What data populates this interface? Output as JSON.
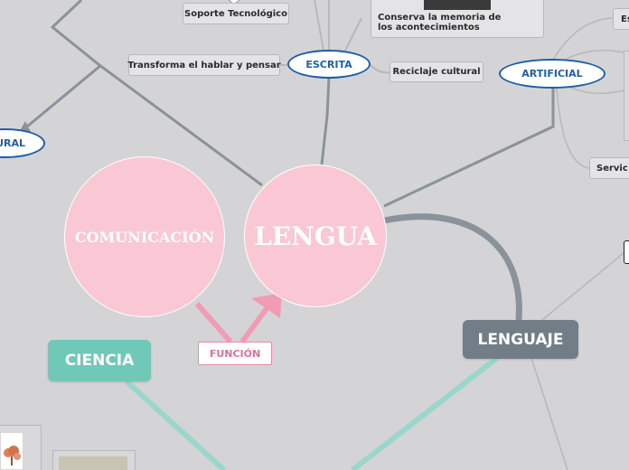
{
  "map": {
    "center": {
      "label": "LENGUA",
      "fill": "#f9c8d4"
    },
    "comunicacion": {
      "label": "COMUNICACIÓN",
      "fill": "#f9c8d4"
    },
    "funcion": {
      "label": "FUNCIÓN",
      "color": "#e0709a"
    },
    "ciencia": {
      "label": "CIENCIA",
      "fill": "#70c9b8"
    },
    "lenguaje": {
      "label": "LENGUAJE",
      "fill": "#737d88"
    },
    "escrita": {
      "label": "ESCRITA"
    },
    "artificial": {
      "label": "ARTIFICIAL"
    },
    "natural_partial": {
      "label": "URAL"
    },
    "soporte": {
      "label": "Soporte Tecnológico"
    },
    "transforma": {
      "label": "Transforma el hablar y pensar"
    },
    "reciclaje": {
      "label": "Reciclaje cultural"
    },
    "conserva": {
      "label": "Conserva la memoria de los acontecimientos"
    },
    "es_partial": {
      "label": "Es"
    },
    "servic_partial": {
      "label": "Servic"
    }
  },
  "colors": {
    "background": "#d4d4d6",
    "gray_link": "#8a929a",
    "light_link": "#b8b8bc",
    "pink_link": "#f29bb4",
    "teal_link": "#9ad6cc",
    "ellipse_border": "#1e5fa8"
  }
}
